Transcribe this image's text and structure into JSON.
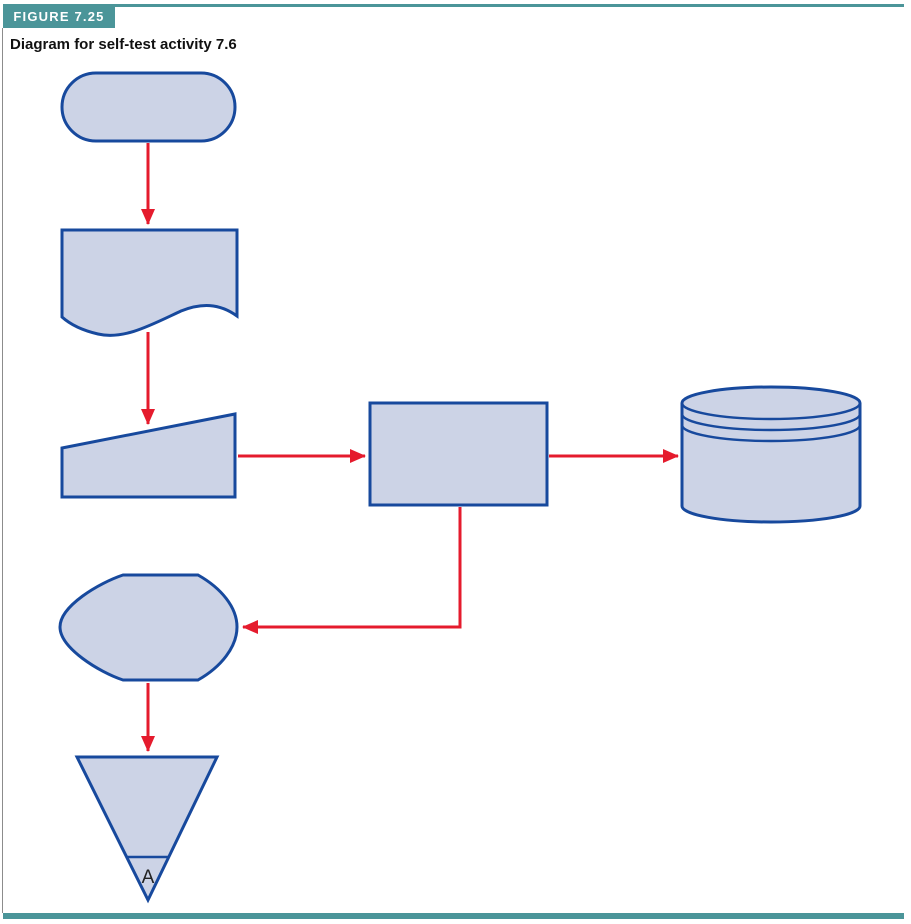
{
  "figure": {
    "label": "FIGURE 7.25",
    "caption": "Diagram for self-test activity 7.6"
  },
  "colors": {
    "teal": "#4b9599",
    "shape_fill": "#ccd3e6",
    "shape_stroke": "#17499d",
    "arrow": "#e51b2d"
  },
  "diagram": {
    "type": "flowchart",
    "nodes": [
      {
        "id": "n1",
        "shape": "terminator",
        "label": ""
      },
      {
        "id": "n2",
        "shape": "document",
        "label": ""
      },
      {
        "id": "n3",
        "shape": "manual-input",
        "label": ""
      },
      {
        "id": "n4",
        "shape": "process",
        "label": ""
      },
      {
        "id": "n5",
        "shape": "direct-access-storage",
        "label": ""
      },
      {
        "id": "n6",
        "shape": "display",
        "label": ""
      },
      {
        "id": "n7",
        "shape": "offline-storage-file",
        "label": "A"
      }
    ],
    "edges": [
      {
        "from": "n1",
        "to": "n2"
      },
      {
        "from": "n2",
        "to": "n3"
      },
      {
        "from": "n3",
        "to": "n4"
      },
      {
        "from": "n4",
        "to": "n5"
      },
      {
        "from": "n4",
        "to": "n6"
      },
      {
        "from": "n6",
        "to": "n7"
      }
    ]
  }
}
